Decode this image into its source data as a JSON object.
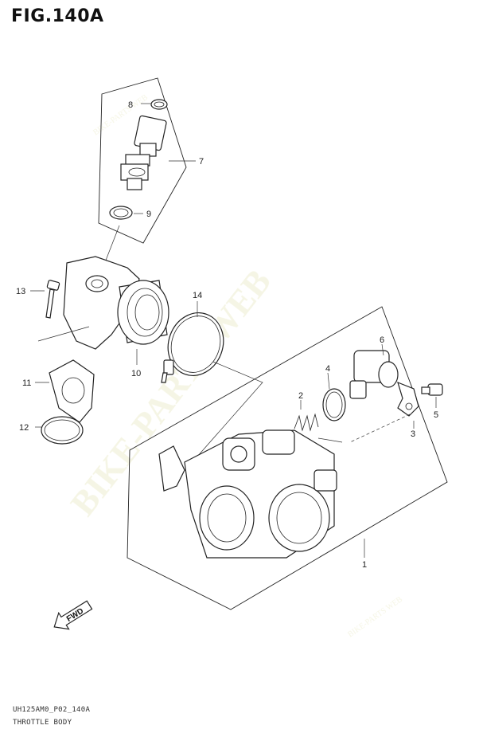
{
  "figure": {
    "title": "FIG.140A",
    "footer_code": "UH125AM0_P02_140A",
    "footer_name": "THROTTLE BODY",
    "fwd_label": "FWD",
    "watermark": "BIKE-PARTS WEB"
  },
  "callouts": [
    {
      "id": "1",
      "label": "1"
    },
    {
      "id": "2",
      "label": "2"
    },
    {
      "id": "3",
      "label": "3"
    },
    {
      "id": "4",
      "label": "4"
    },
    {
      "id": "5",
      "label": "5"
    },
    {
      "id": "6",
      "label": "6"
    },
    {
      "id": "7",
      "label": "7"
    },
    {
      "id": "8",
      "label": "8"
    },
    {
      "id": "9",
      "label": "9"
    },
    {
      "id": "10",
      "label": "10"
    },
    {
      "id": "11",
      "label": "11"
    },
    {
      "id": "12",
      "label": "12"
    },
    {
      "id": "13",
      "label": "13"
    },
    {
      "id": "14",
      "label": "14"
    }
  ]
}
